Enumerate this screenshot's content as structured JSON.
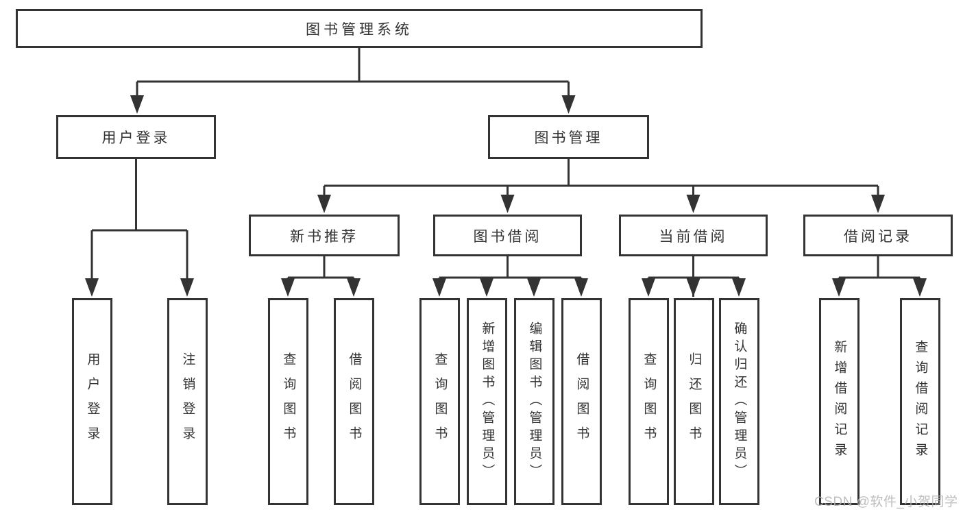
{
  "watermark": "CSDN @软件_小贺同学",
  "colors": {
    "line": "#333333",
    "text": "#333333",
    "background": "#ffffff",
    "watermark": "#b3b3b3"
  },
  "tree": {
    "label": "图书管理系统",
    "children": [
      {
        "label": "用户登录",
        "children": [
          {
            "label": "用户登录"
          },
          {
            "label": "注销登录"
          }
        ]
      },
      {
        "label": "图书管理",
        "children": [
          {
            "label": "新书推荐",
            "children": [
              {
                "label": "查询图书"
              },
              {
                "label": "借阅图书"
              }
            ]
          },
          {
            "label": "图书借阅",
            "children": [
              {
                "label": "查询图书"
              },
              {
                "label": "新增图书（管理员）"
              },
              {
                "label": "编辑图书（管理员）"
              },
              {
                "label": "借阅图书"
              }
            ]
          },
          {
            "label": "当前借阅",
            "children": [
              {
                "label": "查询图书"
              },
              {
                "label": "归还图书"
              },
              {
                "label": "确认归还（管理员）"
              }
            ]
          },
          {
            "label": "借阅记录",
            "children": [
              {
                "label": "新增借阅记录"
              },
              {
                "label": "查询借阅记录"
              }
            ]
          }
        ]
      }
    ]
  }
}
